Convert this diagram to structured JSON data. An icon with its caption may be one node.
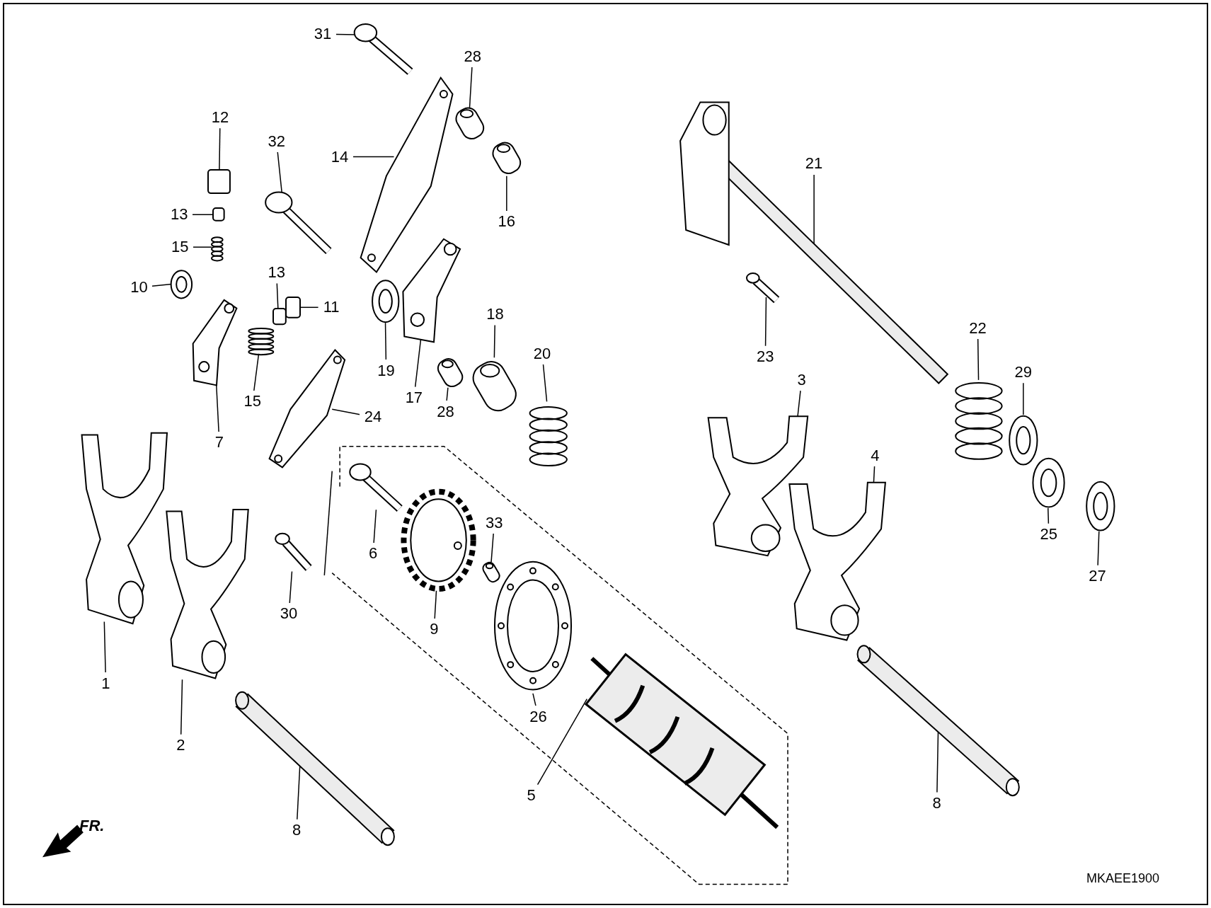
{
  "diagram": {
    "nodes": [
      {
        "text": [
          "1"
        ]
      },
      {
        "text": [],
        "shape": "picture"
      },
      {
        "text": [
          "2"
        ]
      },
      {
        "text": [],
        "shape": "picture"
      },
      {
        "text": [
          "3"
        ]
      },
      {
        "text": [],
        "shape": "picture"
      },
      {
        "text": [
          "4"
        ]
      },
      {
        "text": [],
        "shape": "picture"
      },
      {
        "text": [
          "5"
        ]
      },
      {
        "text": [],
        "shape": "picture"
      },
      {
        "text": [
          "6"
        ]
      },
      {
        "text": [],
        "shape": "picture"
      },
      {
        "text": [
          "7"
        ]
      },
      {
        "text": [],
        "shape": "picture"
      },
      {
        "text": [
          "8"
        ]
      },
      {
        "text": [],
        "shape": "picture"
      },
      {
        "text": [
          "8"
        ]
      },
      {
        "text": [],
        "shape": "picture"
      },
      {
        "text": [
          "9"
        ]
      },
      {
        "text": [],
        "shape": "picture"
      },
      {
        "text": [
          "10"
        ]
      },
      {
        "text": [],
        "shape": "picture"
      },
      {
        "text": [
          "11"
        ]
      },
      {
        "text": [],
        "shape": "box"
      },
      {
        "text": [
          "12"
        ]
      },
      {
        "text": [],
        "shape": "box"
      },
      {
        "text": [
          "13"
        ]
      },
      {
        "text": [],
        "shape": "box"
      },
      {
        "text": [
          "13"
        ]
      },
      {
        "text": [],
        "shape": "box"
      },
      {
        "text": [
          "14"
        ]
      },
      {
        "text": [],
        "shape": "picture"
      },
      {
        "text": [
          "15"
        ]
      },
      {
        "text": [],
        "shape": "picture"
      },
      {
        "text": [
          "15"
        ]
      },
      {
        "text": [],
        "shape": "picture"
      },
      {
        "text": [
          "16"
        ]
      },
      {
        "text": [],
        "shape": "picture"
      },
      {
        "text": [
          "17"
        ]
      },
      {
        "text": [],
        "shape": "picture"
      },
      {
        "text": [
          "18"
        ]
      },
      {
        "text": [],
        "shape": "picture"
      },
      {
        "text": [
          "19"
        ]
      },
      {
        "text": [],
        "shape": "picture"
      },
      {
        "text": [
          "20"
        ]
      },
      {
        "text": [],
        "shape": "picture"
      },
      {
        "text": [
          "21"
        ]
      },
      {
        "text": [],
        "shape": "picture"
      },
      {
        "text": [
          "22"
        ]
      },
      {
        "text": [],
        "shape": "picture"
      },
      {
        "text": [
          "23"
        ]
      },
      {
        "text": [],
        "shape": "picture"
      },
      {
        "text": [
          "24"
        ]
      },
      {
        "text": [],
        "shape": "picture"
      },
      {
        "text": [
          "25"
        ]
      },
      {
        "text": [],
        "shape": "picture"
      },
      {
        "text": [
          "26"
        ]
      },
      {
        "text": [],
        "shape": "picture"
      },
      {
        "text": [
          "27"
        ]
      },
      {
        "text": [],
        "shape": "picture"
      },
      {
        "text": [
          "28"
        ]
      },
      {
        "text": [],
        "shape": "picture"
      },
      {
        "text": [
          "28"
        ]
      },
      {
        "text": [],
        "shape": "picture"
      },
      {
        "text": [
          "29"
        ]
      },
      {
        "text": [],
        "shape": "picture"
      },
      {
        "text": [
          "30"
        ]
      },
      {
        "text": [],
        "shape": "picture"
      },
      {
        "text": [
          "31"
        ]
      },
      {
        "text": [],
        "shape": "picture"
      },
      {
        "text": [
          "32"
        ]
      },
      {
        "text": [],
        "shape": "picture"
      },
      {
        "text": [
          "33"
        ]
      },
      {
        "text": [],
        "shape": "picture"
      }
    ],
    "edges": [
      {
        "from": 0,
        "to": 1,
        "arrow": "none"
      },
      {
        "from": 2,
        "to": 3,
        "arrow": "none"
      },
      {
        "from": 4,
        "to": 5,
        "arrow": "none"
      },
      {
        "from": 6,
        "to": 7,
        "arrow": "none"
      },
      {
        "from": 8,
        "to": 9,
        "arrow": "none"
      },
      {
        "from": 10,
        "to": 11,
        "arrow": "none"
      },
      {
        "from": 12,
        "to": 13,
        "arrow": "none"
      },
      {
        "from": 14,
        "to": 15,
        "arrow": "none"
      },
      {
        "from": 16,
        "to": 17,
        "arrow": "none"
      },
      {
        "from": 18,
        "to": 19,
        "arrow": "none"
      },
      {
        "from": 20,
        "to": 21,
        "arrow": "none"
      },
      {
        "from": 22,
        "to": 23,
        "arrow": "none"
      },
      {
        "from": 24,
        "to": 25,
        "arrow": "none"
      },
      {
        "from": 26,
        "to": 27,
        "arrow": "none"
      },
      {
        "from": 28,
        "to": 29,
        "arrow": "none"
      },
      {
        "from": 30,
        "to": 31,
        "arrow": "none"
      },
      {
        "from": 32,
        "to": 33,
        "arrow": "none"
      },
      {
        "from": 34,
        "to": 35,
        "arrow": "none"
      },
      {
        "from": 36,
        "to": 37,
        "arrow": "none"
      },
      {
        "from": 38,
        "to": 39,
        "arrow": "none"
      },
      {
        "from": 40,
        "to": 41,
        "arrow": "none"
      },
      {
        "from": 42,
        "to": 43,
        "arrow": "none"
      },
      {
        "from": 44,
        "to": 45,
        "arrow": "none"
      },
      {
        "from": 46,
        "to": 47,
        "arrow": "none"
      },
      {
        "from": 48,
        "to": 49,
        "arrow": "none"
      },
      {
        "from": 50,
        "to": 51,
        "arrow": "none"
      },
      {
        "from": 52,
        "to": 53,
        "arrow": "none"
      },
      {
        "from": 54,
        "to": 55,
        "arrow": "none"
      },
      {
        "from": 56,
        "to": 57,
        "arrow": "none"
      },
      {
        "from": 58,
        "to": 59,
        "arrow": "none"
      },
      {
        "from": 60,
        "to": 61,
        "arrow": "none"
      },
      {
        "from": 62,
        "to": 63,
        "arrow": "none"
      },
      {
        "from": 64,
        "to": 65,
        "arrow": "none"
      },
      {
        "from": 66,
        "to": 67,
        "arrow": "none"
      },
      {
        "from": 68,
        "to": 69,
        "arrow": "none"
      },
      {
        "from": 70,
        "to": 71,
        "arrow": "none"
      },
      {
        "from": 72,
        "to": 73,
        "arrow": "none"
      }
    ],
    "labels": [
      "FR.",
      "MKAEE1900"
    ]
  }
}
